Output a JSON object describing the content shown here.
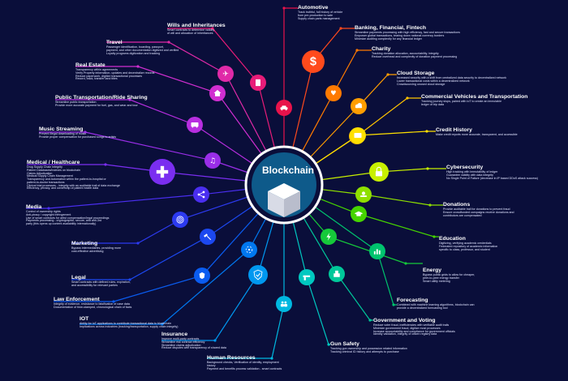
{
  "hub": {
    "title": "Blockchain",
    "icon": "cube-icon"
  },
  "topics": [
    {
      "key": "automotive",
      "title": "Automotive",
      "desc": [
        "Track truthful, full history of vehicle",
        "from pre-production to sale",
        "Supply chain parts management"
      ],
      "color": "#e8134b",
      "icon": "car-icon"
    },
    {
      "key": "banking",
      "title": "Banking, Financial, Fintech",
      "desc": [
        "Streamline payments processing with high efficiency, fast and secure transactions",
        "Empower global transactions, tearing down national currency borders",
        "Minimize auditing complexity for any financial ledger"
      ],
      "color": "#ff4a1c",
      "icon": "dollar-icon"
    },
    {
      "key": "charity",
      "title": "Charity",
      "desc": [
        "Tracking donation allocation, accountability, integrity",
        "Reduce overhead and complexity of donation payment processing"
      ],
      "color": "#ff7a00",
      "icon": "heart-hand-icon"
    },
    {
      "key": "cloud",
      "title": "Cloud Storage",
      "desc": [
        "Increased security with a shift from centralized data security to decentralized network",
        "Lower transactional costs within a decentralized network",
        "Crowdsourcing unused cloud storage"
      ],
      "color": "#ff9d00",
      "icon": "cloud-icon"
    },
    {
      "key": "commercial",
      "title": "Commercial Vehicles and Transportation",
      "desc": [
        "Tracking journey stops, paired with IoT to create an immutable",
        "ledger of trip data"
      ],
      "color": "#ffc400",
      "icon": "truck-icon"
    },
    {
      "key": "credit",
      "title": "Credit History",
      "desc": [
        "Make credit reports more accurate, transparent, and accessible"
      ],
      "color": "#ffe000",
      "icon": "card-icon"
    },
    {
      "key": "cyber",
      "title": "Cybersecurity",
      "desc": [
        "High tracking with immutability of ledger",
        "Guarantee validity with data integrity",
        "No Single Point of Failure (decrease in IP based DDoS attack success)"
      ],
      "color": "#c8f000",
      "icon": "lock-icon"
    },
    {
      "key": "donations",
      "title": "Donations",
      "desc": [
        "Provide auditable trail for donations to prevent fraud",
        "Ensure crowdfunded campaigns receive donations and",
        "contributors are compensated"
      ],
      "color": "#8fe000",
      "icon": "hand-coin-icon"
    },
    {
      "key": "education",
      "title": "Education",
      "desc": [
        "Digitizing, verifying academic credentials",
        "Federated repository of academic information",
        "specific to class, professor, and student"
      ],
      "color": "#46d400",
      "icon": "graduation-cap-icon"
    },
    {
      "key": "energy",
      "title": "Energy",
      "desc": [
        "Bypass public grids to allow for cheaper,",
        "peer-to-peer energy transfer",
        "Smart utility metering"
      ],
      "color": "#16c93a",
      "icon": "bolt-icon"
    },
    {
      "key": "forecasting",
      "title": "Forecasting",
      "desc": [
        "Combined with machine learning algorithms, blockchain can",
        "provide a decentralized forecasting tool"
      ],
      "color": "#00c46e",
      "icon": "bar-chart-icon"
    },
    {
      "key": "government",
      "title": "Government and Voting",
      "desc": [
        "Reduce voter fraud, inefficiencies with verifiable audit trails",
        "Minimize government fraud, digitize most processes",
        "Increase accountability and compliance for government officials",
        "Identity validation, integrity of citizen registry data"
      ],
      "color": "#00c89a",
      "icon": "ballot-icon"
    },
    {
      "key": "gun",
      "title": "Gun Safety",
      "desc": [
        "Tracking gun ownership and possession related information",
        "Tracking criminal ID history and attempts to purchase"
      ],
      "color": "#00c8c0",
      "icon": "gun-icon"
    },
    {
      "key": "hr",
      "title": "Human Resources",
      "desc": [
        "Background checks, Verification of identity, employment",
        "history",
        "Payment and benefits process validation - smart contracts"
      ],
      "color": "#00b8e0",
      "icon": "people-icon"
    },
    {
      "key": "insurance",
      "title": "Insurance",
      "desc": [
        "Improve multi-party contracts",
        "Streamline risk contract efficiency",
        "Streamline claims adjudication",
        "Reduce disputes with transparency of shared data"
      ],
      "color": "#0098f0",
      "icon": "shield-check-icon"
    },
    {
      "key": "iot",
      "title": "IOT",
      "desc": [
        "Ability for IoT applications to contribute transactional data to blockchain",
        "Implications across industries (tracking/transportation, supply chain integrity)"
      ],
      "color": "#0078f0",
      "icon": "iot-icon"
    },
    {
      "key": "law",
      "title": "Law Enforcement",
      "desc": [
        "Integrity of evidence, resistance to falsification of case data",
        "Documentation of time-stamped, chronological chain of facts"
      ],
      "color": "#0a5cf0",
      "icon": "badge-icon"
    },
    {
      "key": "legal",
      "title": "Legal",
      "desc": [
        "Smart contracts with defined rules, expiration,",
        "and accessibility for relevant parties"
      ],
      "color": "#1c48f0",
      "icon": "gavel-icon"
    },
    {
      "key": "marketing",
      "title": "Marketing",
      "desc": [
        "Bypass intermediaries, providing more",
        "cost-effective advertising"
      ],
      "color": "#2c3af0",
      "icon": "target-icon"
    },
    {
      "key": "media",
      "title": "Media",
      "desc": [
        "Control of ownership rights",
        "Anti-piracy / copyright infringement",
        "Use of smart contracts for artist compensation/legal proceedings",
        "Payments processing - cryptographic, secure, and anti-3rd",
        "party (this opens up content availability internationally)"
      ],
      "color": "#4a2ef0",
      "icon": "share-icon"
    },
    {
      "key": "medical",
      "title": "Medical / Healthcare",
      "desc": [
        "Drug Supply Chain Integrity",
        "Patient Databases/Indexes on blockchain",
        "Claims Adjudication",
        "Medical Supply Chain Management",
        "Transparency and Automation within the patient-to-hospital or",
        "patient-to-doctor transactions",
        "Clinical trial processes - integrity with an auditable trail of data exchange",
        "Efficiency, privacy, and ownership of patient health data"
      ],
      "color": "#7a2ef0",
      "icon": "medical-cross-icon"
    },
    {
      "key": "music",
      "title": "Music Streaming",
      "desc": [
        "Prevent illegal downloading of music",
        "Provide proper compensation for purchased songs to artists"
      ],
      "color": "#9a2ee8",
      "icon": "music-note-icon"
    },
    {
      "key": "public",
      "title": "Public Transportation/Ride Sharing",
      "desc": [
        "Streamline public transportation",
        "Provide more accurate payment for fuel, gas, and wear and tour"
      ],
      "color": "#b82ee0",
      "icon": "bus-icon"
    },
    {
      "key": "realestate",
      "title": "Real Estate",
      "desc": [
        "Transparency within agreements",
        "Verify Property information, updates and decentralize records",
        "Reduce paperwork, digitize transactional processes",
        "Record, track, transfer land titles"
      ],
      "color": "#d02ed0",
      "icon": "house-icon"
    },
    {
      "key": "travel",
      "title": "Travel",
      "desc": [
        "Passenger identification, boarding, passport,",
        "payment, and other documentation digitized and verified",
        "Loyalty programs digitization and tracking"
      ],
      "color": "#e02aa8",
      "icon": "airplane-icon"
    },
    {
      "key": "wills",
      "title": "Wills and Inheritances",
      "desc": [
        "Smart contracts to determine validity",
        "of will and allocation of inheritances"
      ],
      "color": "#e81c78",
      "icon": "scroll-icon"
    }
  ]
}
